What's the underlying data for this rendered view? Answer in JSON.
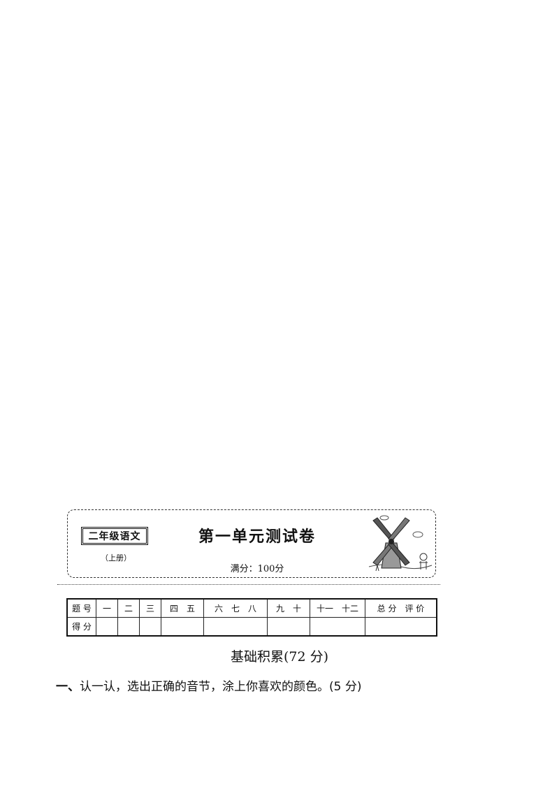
{
  "header": {
    "grade_subject": "二年级语文",
    "volume": "（上册）",
    "title": "第一单元测试卷",
    "full_score": "满分：100分"
  },
  "score_table": {
    "row1": [
      "题 号",
      "一",
      "二",
      "三",
      "四　五",
      "六　七　八",
      "九　十",
      "十一　十二",
      "总 分　评 价"
    ],
    "row2_label": "得 分"
  },
  "section": {
    "title": "基础积累(72 分)"
  },
  "question1": {
    "number": "一、",
    "text": "认一认，选出正确的音节，涂上你喜欢的颜色。(5 分)"
  }
}
